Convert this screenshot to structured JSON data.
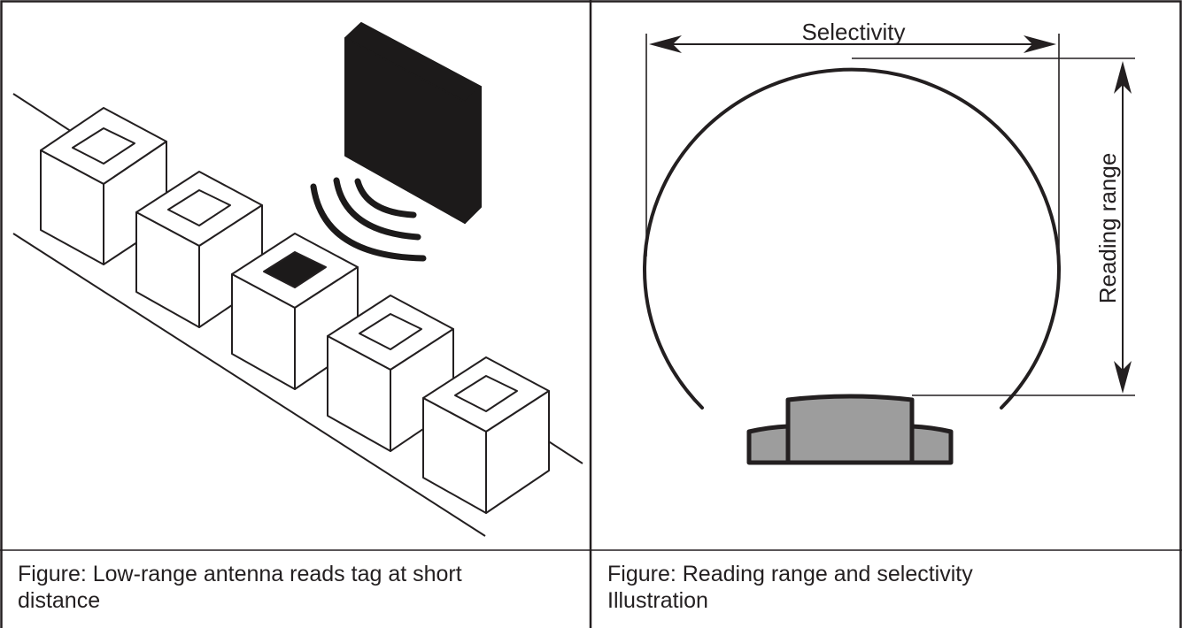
{
  "left_panel": {
    "caption_line1": "Figure: Low-range antenna reads tag at short",
    "caption_line2": "distance"
  },
  "right_panel": {
    "selectivity_label": "Selectivity",
    "reading_range_label": "Reading range",
    "caption_line1": "Figure: Reading range and selectivity",
    "caption_line2": "Illustration"
  },
  "colors": {
    "ink": "#231f20",
    "antenna_fill": "#1c1a1a",
    "reader_fill": "#9d9d9d",
    "background": "#ffffff"
  }
}
